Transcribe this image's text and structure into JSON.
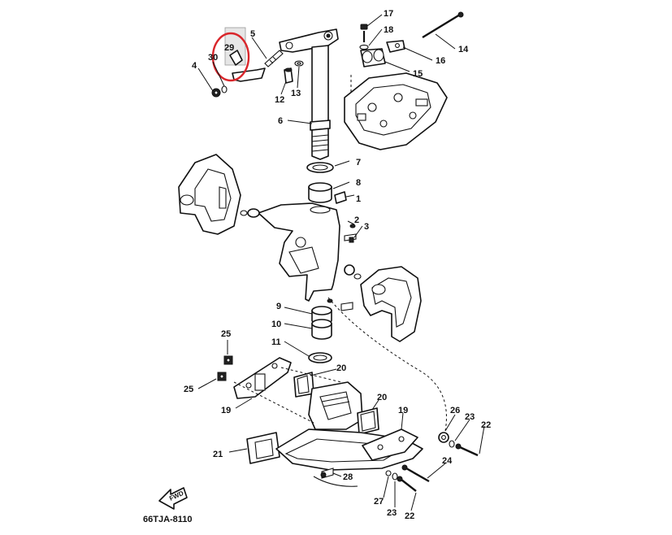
{
  "diagram": {
    "reference_code": "66TJA-8110",
    "direction_label": "FWD",
    "highlight_color": "#d9262b",
    "highlighted_part": "29",
    "part_numbers": {
      "p1": "1",
      "p2": "2",
      "p3": "3",
      "p4": "4",
      "p5": "5",
      "p6": "6",
      "p7": "7",
      "p8": "8",
      "p9": "9",
      "p10": "10",
      "p11": "11",
      "p12": "12",
      "p13": "13",
      "p14": "14",
      "p15": "15",
      "p16": "16",
      "p17": "17",
      "p18": "18",
      "p19a": "19",
      "p19b": "19",
      "p20a": "20",
      "p20b": "20",
      "p21": "21",
      "p22a": "22",
      "p22b": "22",
      "p23a": "23",
      "p23b": "23",
      "p24": "24",
      "p25a": "25",
      "p25b": "25",
      "p26": "26",
      "p27": "27",
      "p28": "28",
      "p29": "29",
      "p30": "30"
    }
  }
}
